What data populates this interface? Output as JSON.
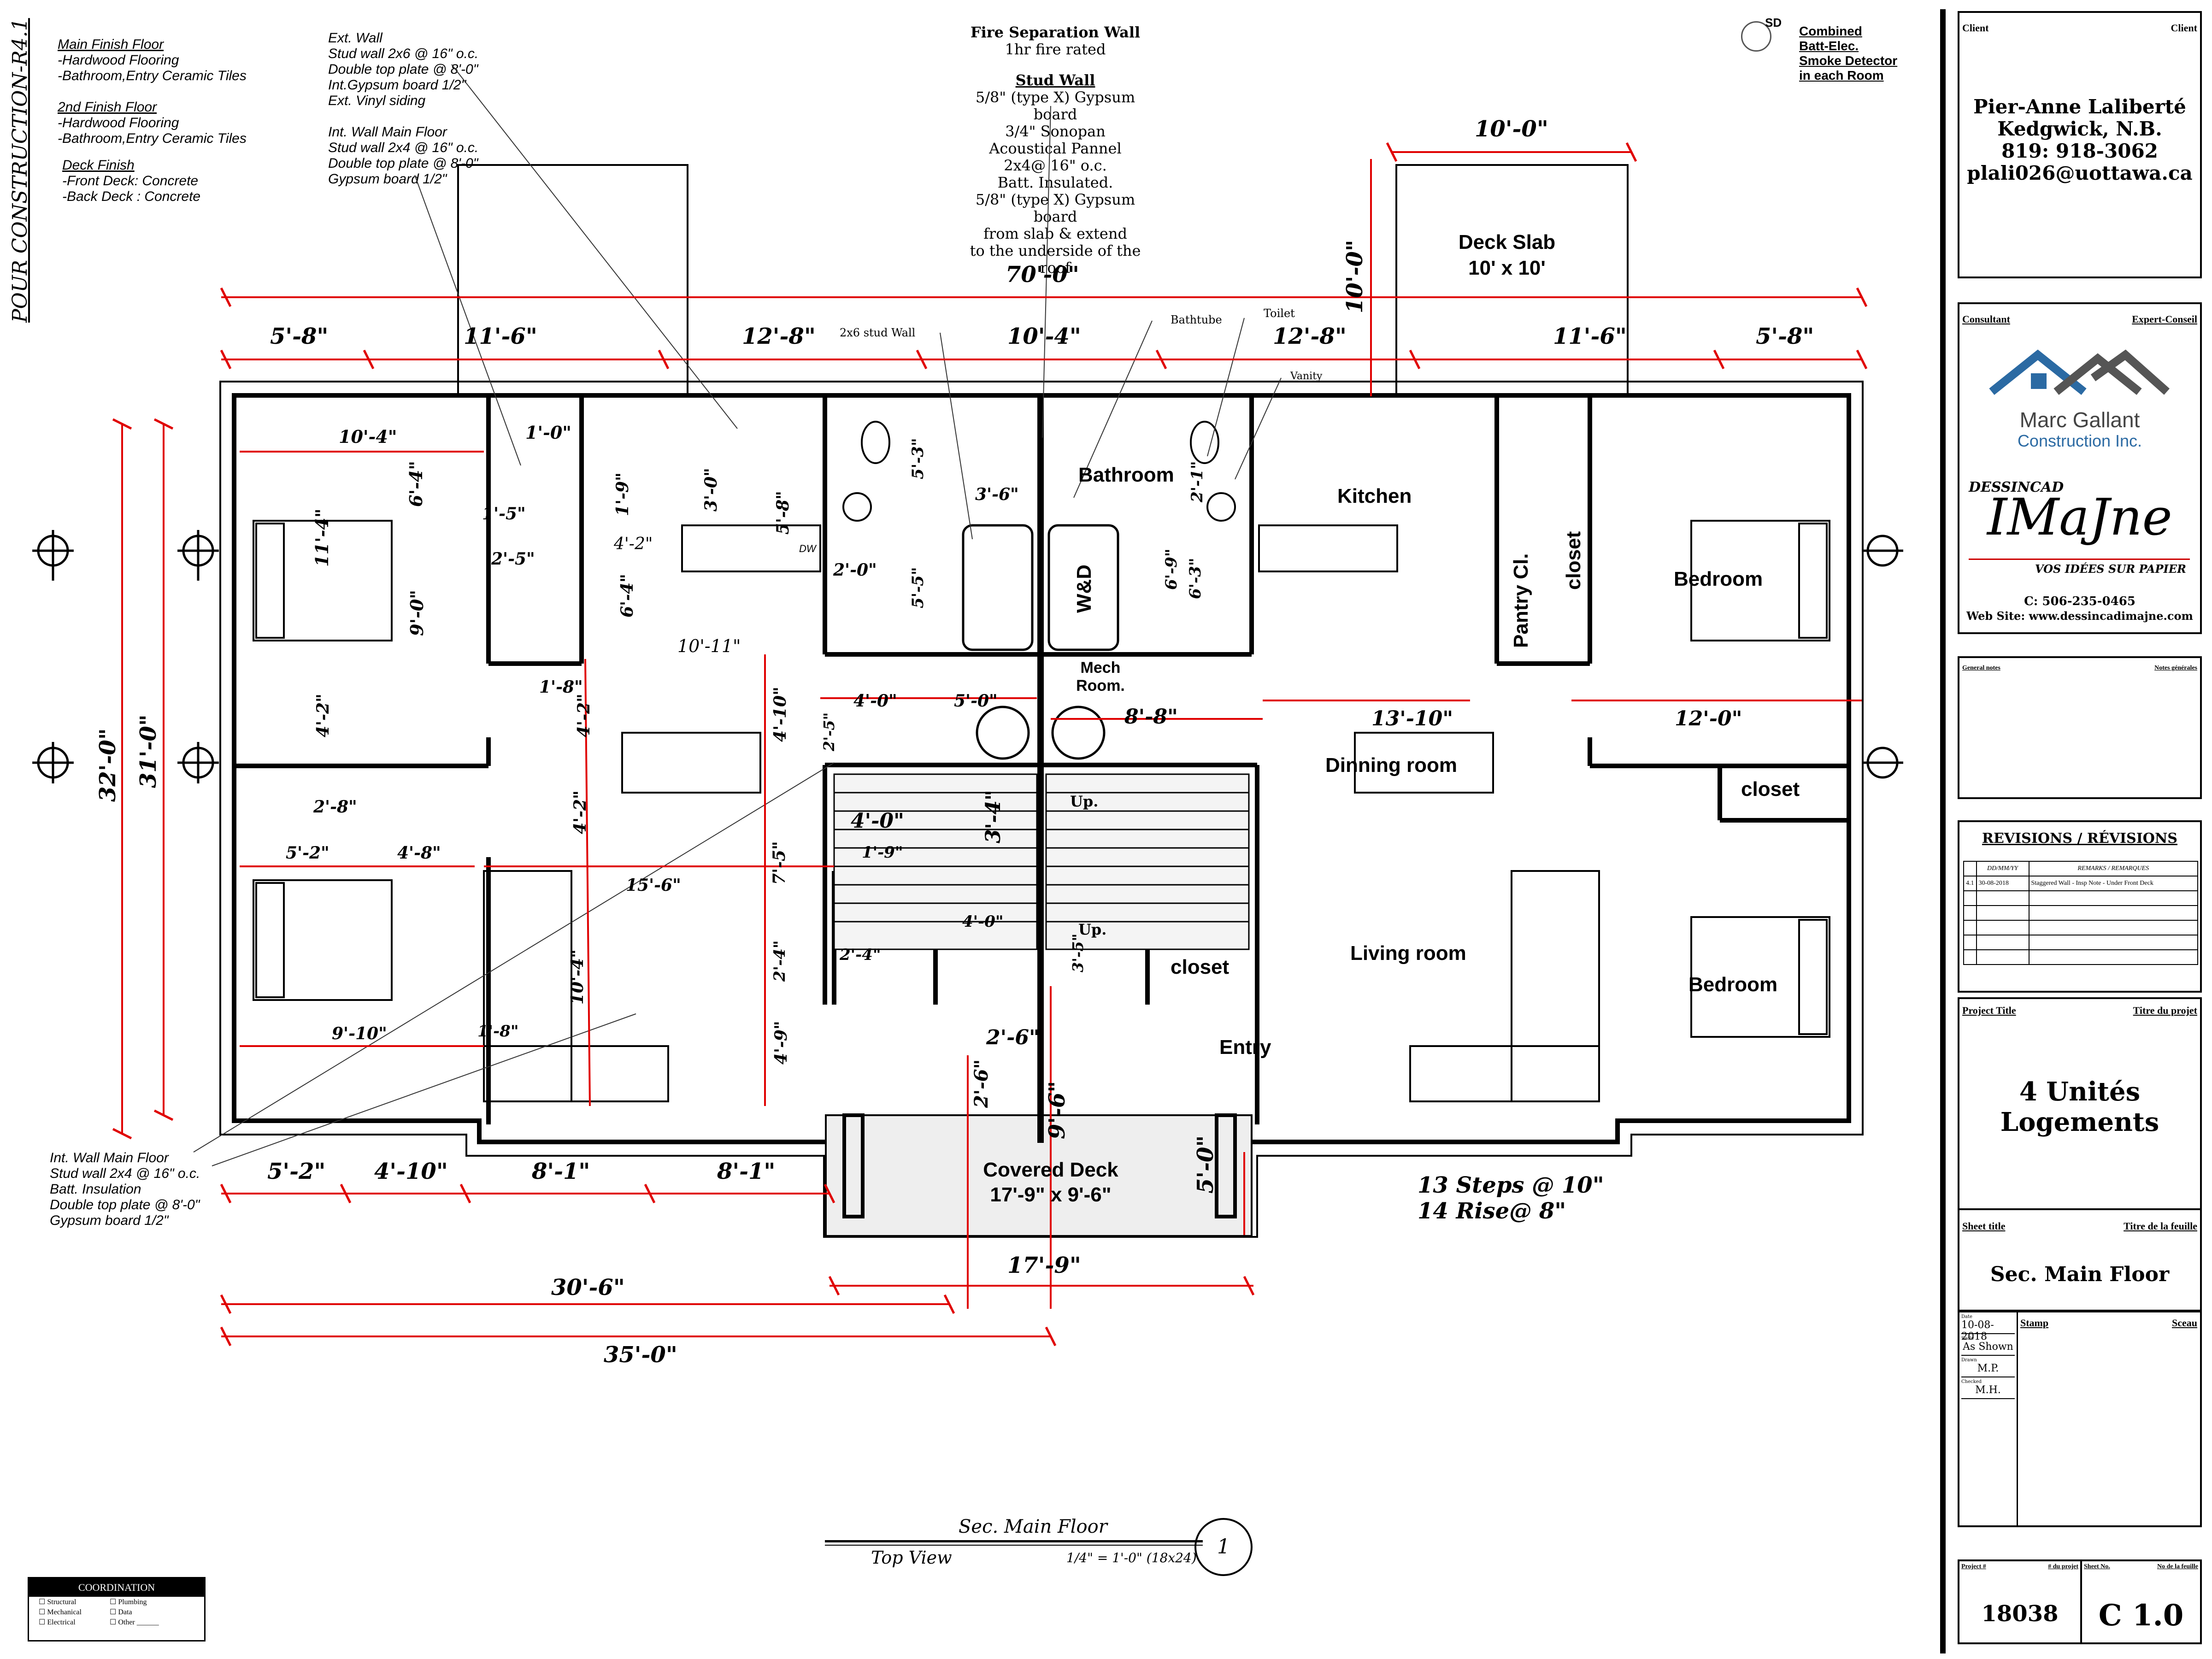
{
  "left_side_text": "POUR CONSTRUCTION-R4.1",
  "finish_notes": {
    "main_floor_title": "Main Finish Floor",
    "main_floor_lines": [
      "-Hardwood Flooring",
      "-Bathroom,Entry Ceramic Tiles"
    ],
    "second_floor_title": "2nd Finish Floor",
    "second_floor_lines": [
      "-Hardwood Flooring",
      "-Bathroom,Entry Ceramic Tiles"
    ],
    "deck_title": "Deck Finish",
    "deck_lines": [
      "-Front Deck: Concrete",
      "-Back Deck : Concrete"
    ]
  },
  "wall_notes": {
    "ext_wall": [
      "Ext. Wall",
      "Stud wall 2x6 @ 16\" o.c.",
      "Double top plate @ 8'-0\"",
      "Int.Gypsum board 1/2\"",
      "Ext. Vinyl siding"
    ],
    "int_wall": [
      "Int. Wall Main Floor",
      "Stud wall 2x4 @ 16\" o.c.",
      "Double top plate @ 8'-0\"",
      "Gypsum board 1/2\""
    ],
    "int_wall_lower": [
      "Int. Wall Main Floor",
      "Stud wall 2x4 @ 16\" o.c.",
      "Batt. Insulation",
      "Double top plate @ 8'-0\"",
      "Gypsum board 1/2\""
    ]
  },
  "fire_wall": {
    "title": "Fire Separation Wall",
    "rating": "1hr fire rated",
    "stud_title": "Stud Wall",
    "stud_lines": [
      "5/8\" (type X) Gypsum board",
      "3/4\" Sonopan Acoustical Pannel",
      "2x4@ 16\" o.c.",
      "Batt. Insulated.",
      "5/8\" (type X) Gypsum board",
      "from slab & extend",
      "to the underside of the roof"
    ]
  },
  "smoke_note": {
    "symbol": "SD",
    "lines": [
      "Combined",
      "Batt-Elec.",
      "Smoke Detector",
      "in each Room"
    ]
  },
  "callouts": {
    "stud_wall_2x6": "2x6 stud Wall",
    "bathtube": "Bathtube",
    "toilet": "Toilet",
    "vanity": "Vanity",
    "dw": "DW"
  },
  "rooms": {
    "bathroom": "Bathroom",
    "kitchen": "Kitchen",
    "pantry": "Pantry Cl.",
    "closet_right_top": "closet",
    "bedroom_right_top": "Bedroom",
    "wd": "W&D",
    "mech": "Mech Room.",
    "dining": "Dinning room",
    "closet_right_mid": "closet",
    "living": "Living room",
    "bedroom_right_bottom": "Bedroom",
    "closet_center": "closet",
    "entry": "Entry",
    "deck_slab": "Deck Slab",
    "deck_slab_size": "10' x 10'",
    "covered_deck": "Covered Deck",
    "covered_deck_size": "17'-9\" x 9'-6\"",
    "up1": "Up.",
    "up2": "Up."
  },
  "stairs_note": [
    "13 Steps @ 10\"",
    "14 Rise@ 8\""
  ],
  "dimensions": {
    "overall_top": "70'-0\"",
    "top_chain": [
      "5'-8\"",
      "11'-6\"",
      "12'-8\"",
      "10'-4\"",
      "12'-8\"",
      "11'-6\"",
      "5'-8\""
    ],
    "deck_width": "10'-0\"",
    "deck_depth": "10'-0\"",
    "left_overall": "32'-0\"",
    "left_inner": "31'-0\"",
    "bottom_chain": [
      "5'-2\"",
      "4'-10\"",
      "8'-1\"",
      "8'-1\""
    ],
    "bottom_30": "30'-6\"",
    "bottom_35": "35'-0\"",
    "bottom_deck": "17'-9\"",
    "deck_front": "9'-6\"",
    "deck_side": "5'-0\"",
    "interior": [
      "10'-4\"",
      "1'-0\"",
      "6'-4\"",
      "11'-4\"",
      "1'-5\"",
      "2'-5\"",
      "9'-0\"",
      "3'-0\"",
      "1'-9\"",
      "4'-2\"",
      "6'-4\"",
      "10'-11\"",
      "5'-3\"",
      "3'-6\"",
      "5'-5\"",
      "2'-0\"",
      "2'-1\"",
      "6'-9\"",
      "6'-3\"",
      "5'-8\"",
      "1'-8\"",
      "4'-2\"",
      "4'-2\"",
      "4'-10\"",
      "2'-5\"",
      "4'-0\"",
      "5'-0\"",
      "8'-8\"",
      "13'-10\"",
      "12'-0\"",
      "2'-8\"",
      "5'-2\"",
      "4'-8\"",
      "15'-6\"",
      "4'-2\"",
      "7'-5\"",
      "3'-4\"",
      "4'-0\"",
      "1'-9\"",
      "4'-0\"",
      "2'-4\"",
      "2'-4\"",
      "3'-5\"",
      "10'-4\"",
      "9'-10\"",
      "1'-8\"",
      "4'-9\"",
      "2'-6\"",
      "2'-6\""
    ]
  },
  "drawing_title": {
    "name": "Sec. Main Floor",
    "view": "Top View",
    "scale": "1/4\" = 1'-0\" (18x24)",
    "number": "1"
  },
  "coordination": {
    "title": "COORDINATION",
    "col1": [
      "Structural",
      "Mechanical",
      "Electrical"
    ],
    "col2": [
      "Plumbing",
      "Data",
      "Other ______"
    ]
  },
  "title_block": {
    "client_label_en": "Client",
    "client_label_fr": "Client",
    "client_lines": [
      "Pier-Anne Laliberté",
      "Kedgwick, N.B.",
      "819: 918-3062",
      "plali026@uottawa.ca"
    ],
    "consultant_label": "Consultant",
    "consultant_label_fr": "Expert-Conseil",
    "company_line1": "Marc Gallant",
    "company_line2": "Construction Inc.",
    "dessincad": "DESSINCAD",
    "imajne": "IMaJne",
    "tagline": "VOS IDÉES SUR PAPIER",
    "phone": "C: 506-235-0465",
    "web": "Web Site: www.dessincadimajne.com",
    "general_notes": "General notes",
    "general_notes_fr": "Notes générales",
    "revisions_title": "REVISIONS / RÉVISIONS",
    "rev_headers": [
      "DD/MM/YY",
      "REMARKS / REMARQUES"
    ],
    "rev_rows": [
      [
        "4.1",
        "30-08-2018",
        "Staggered Wall - Insp Note - Under Front Deck"
      ]
    ],
    "project_title_label": "Project Title",
    "project_title_label_fr": "Titre du projet",
    "project_title": [
      "4 Unités",
      "Logements"
    ],
    "sheet_title_label": "Sheet title",
    "sheet_title_label_fr": "Titre de la feuille",
    "sheet_title": "Sec. Main Floor",
    "date_label": "Date",
    "date": "10-08-2018",
    "scale_label": "Scale",
    "scale": "As Shown",
    "drawn_label": "Drawn",
    "drawn": "M.P.",
    "checked_label": "Checked",
    "checked": "M.H.",
    "stamp_label": "Stamp",
    "stamp_label_fr": "Sceau",
    "project_no_label": "Project #",
    "project_no_label_fr": "# du projet",
    "project_no": "18038",
    "sheet_no_label": "Sheet No.",
    "sheet_no_label_fr": "No de la feuille",
    "sheet_no": "C 1.0"
  }
}
